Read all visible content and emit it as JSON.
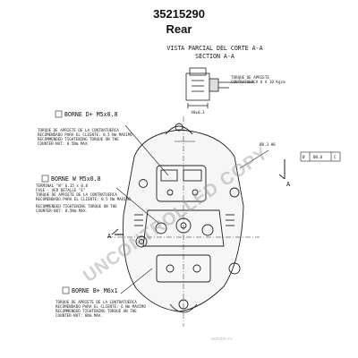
{
  "header": {
    "part_number": "35215290",
    "view_label": "Rear"
  },
  "section_view": {
    "title_es": "VISTA PARCIAL DEL CORTE A-A",
    "title_en": "SECTION A-A",
    "torque_note_line1": "TORQUE DE APRIETE",
    "torque_note_line2": "CONTRATUERCA 6 A 10 Kgcm",
    "dimension": "40±0.3"
  },
  "callouts": {
    "d_plus": {
      "tag": "BORNE D+ M5x0.8",
      "lines": [
        "TORQUE DE APRIETE DE LA CONTRATUERCA",
        "RECOMENDADO PARA EL CLIENTE: 8.5 Nm MAXIMO",
        "RECOMMENDED TIGHTENING TORQUE ON THE",
        "COUNTER-NUT: 8.5Nm MAX."
      ]
    },
    "w": {
      "tag": "BORNE W M5x0.8",
      "lines": [
        "TERMINAL \"W\" 6.35 x 0.8",
        "FASE - VER DETALLE \"E\"",
        "TORQUE DE APRIETE DE LA CONTRATUERCA",
        "RECOMENDADO PARA EL CLIENTE: 8.5 Nm MAXIMO",
        "RECOMMENDED TIGHTENING TORQUE ON THE",
        "COUNTER-NUT: 8.5Nm MAX."
      ]
    },
    "b_plus": {
      "tag": "BORNE B+ M6x1",
      "lines": [
        "TORQUE DE APRIETE DE LA CONTRATUERCA",
        "RECOMENDADO PARA EL CLIENTE: 6 Nm MAXIMO",
        "RECOMMENDED TIGHTENING TORQUE ON THE",
        "COUNTER-NUT: 6Nm MAX."
      ]
    }
  },
  "annotations": {
    "hole": "Ø8.3 H8",
    "tolerance_frame": [
      "Ø",
      "Ø0.8",
      "C"
    ],
    "section_marker": "A",
    "section_marker_2": "A"
  },
  "watermark": {
    "main": "UNCONTROLLED COPY",
    "site": "autodoc.ru"
  }
}
